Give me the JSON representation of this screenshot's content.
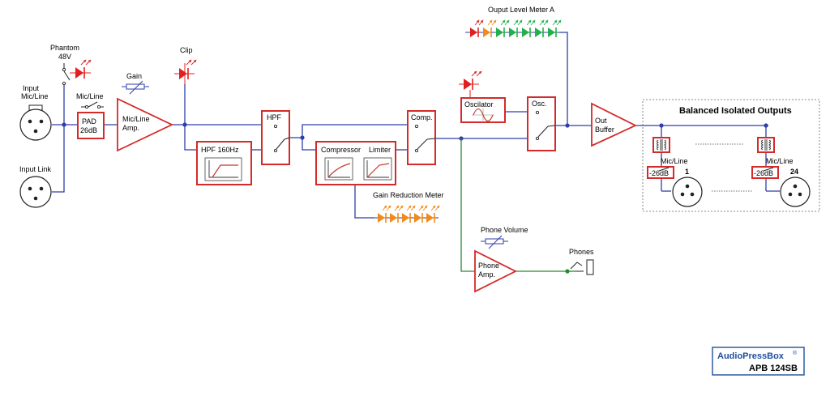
{
  "labels": {
    "phantom": "Phantom",
    "phantom_v": "48V",
    "input_mic_line_1": "Input",
    "input_mic_line_2": "Mic/Line",
    "input_link": "Input Link",
    "mic_line_switch": "Mic/Line",
    "pad_1": "PAD",
    "pad_2": "26dB",
    "gain": "Gain",
    "amp_1": "Mic/Line",
    "amp_2": "Amp.",
    "clip": "Clip",
    "hpf160": "HPF 160Hz",
    "hpf": "HPF",
    "compressor": "Compressor",
    "limiter": "Limiter",
    "comp": "Comp.",
    "gain_reduction": "Gain Reduction Meter",
    "output_meter": "Ouput Level Meter A",
    "oscilator": "Oscilator",
    "osc": "Osc.",
    "out_1": "Out",
    "out_2": "Buffer",
    "balanced": "Balanced Isolated Outputs",
    "out_mic_line_a": "Mic/Line",
    "out_pad_a": "-26dB",
    "out_num_a": "1",
    "out_mic_line_b": "Mic/Line",
    "out_pad_b": "-26dB",
    "out_num_b": "24",
    "phone_volume": "Phone Volume",
    "phone_amp_1": "Phone",
    "phone_amp_2": "Amp.",
    "phones": "Phones",
    "brand": "AudioPressBox",
    "brand_mark": "®",
    "model": "APB 124SB"
  },
  "colors": {
    "signal_wire": "#2f3ea8",
    "phones_wire": "#2a8a2a",
    "block_border": "#d42a2a",
    "led_red": "#e02020",
    "led_orange": "#f08a1e",
    "led_green": "#22b04a",
    "brand_blue": "#1f4f9c"
  },
  "meters": {
    "output_level": [
      "red",
      "orange",
      "green",
      "green",
      "green",
      "green",
      "green"
    ],
    "gain_reduction": [
      "orange",
      "orange",
      "orange",
      "orange",
      "orange"
    ]
  }
}
